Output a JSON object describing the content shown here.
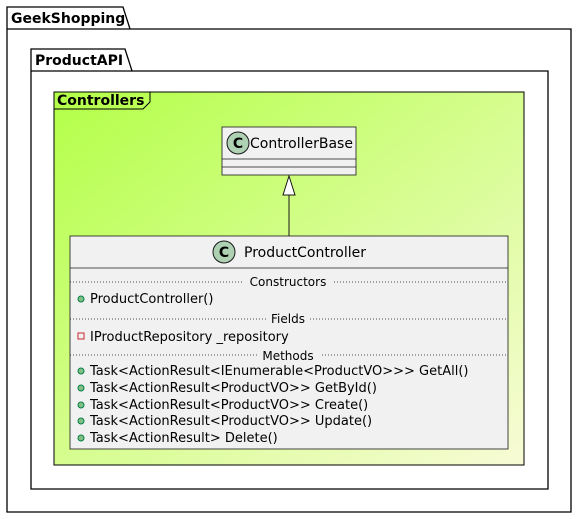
{
  "outer_package": {
    "title": "GeekShopping"
  },
  "inner_package": {
    "title": "ProductAPI"
  },
  "frame": {
    "title": "Controllers",
    "gradient_from": "#b3ff47",
    "gradient_to": "#f8fbd6"
  },
  "base_class": {
    "stereotype_icon": "C",
    "name": "ControllerBase"
  },
  "product_controller": {
    "stereotype_icon": "C",
    "name": "ProductController",
    "sections": [
      {
        "label": "Constructors"
      },
      {
        "label": "Fields"
      },
      {
        "label": "Methods"
      }
    ],
    "constructors": [
      {
        "visibility": "+",
        "text": "ProductController()"
      }
    ],
    "fields": [
      {
        "visibility": "-",
        "text": "IProductRepository _repository"
      }
    ],
    "methods": [
      {
        "visibility": "+",
        "text": "Task<ActionResult<IEnumerable<ProductVO>>> GetAll()"
      },
      {
        "visibility": "+",
        "text": "Task<ActionResult<ProductVO>> GetById()"
      },
      {
        "visibility": "+",
        "text": "Task<ActionResult<ProductVO>> Create()"
      },
      {
        "visibility": "+",
        "text": "Task<ActionResult<ProductVO>> Update()"
      },
      {
        "visibility": "+",
        "text": "Task<ActionResult> Delete()"
      }
    ]
  },
  "relation": {
    "type": "inheritance",
    "from": "ProductController",
    "to": "ControllerBase"
  },
  "colors": {
    "class_fill": "#f1f1f1",
    "class_border": "#181818",
    "icon_fill": "#add1b2",
    "public_fill": "#84be84",
    "private_fill": "none",
    "private_stroke": "#c82930"
  }
}
